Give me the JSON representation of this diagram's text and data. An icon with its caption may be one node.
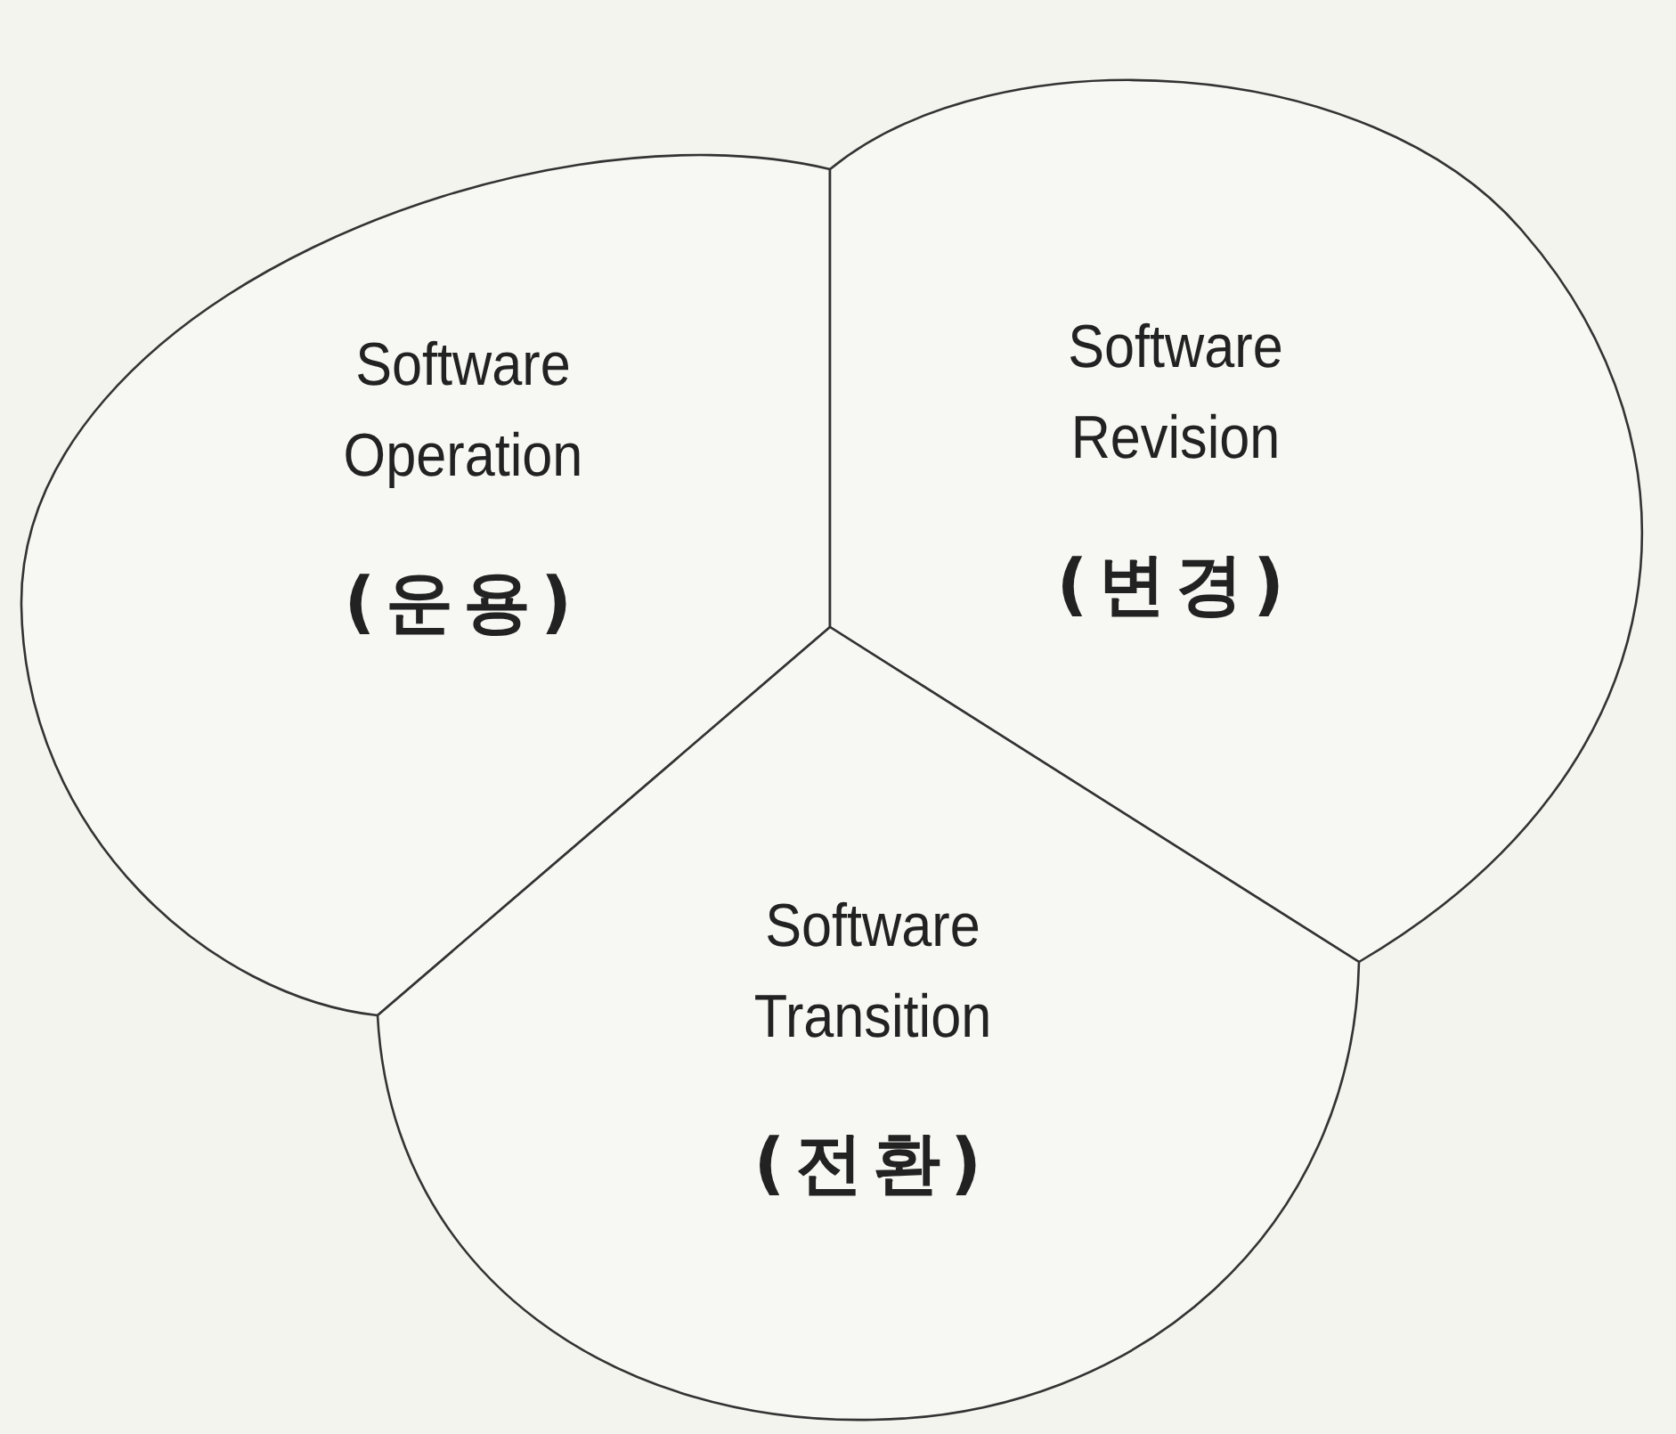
{
  "diagram": {
    "nodes": [
      {
        "text": [
          "Software Operation",
          "(운용)"
        ]
      },
      {
        "text": [
          "Software Revision",
          "(변경)"
        ]
      },
      {
        "text": [
          "Software Transition",
          "(전환)"
        ]
      }
    ]
  }
}
